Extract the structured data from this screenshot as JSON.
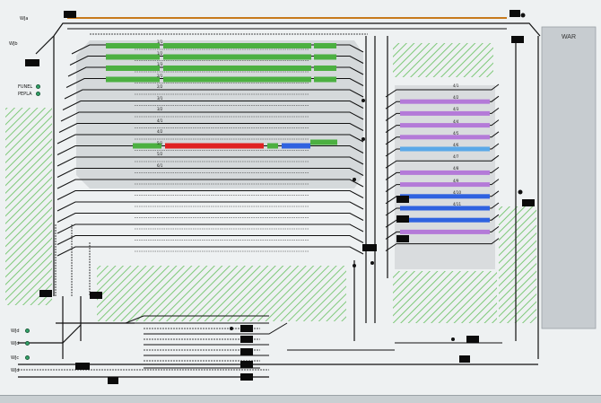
{
  "app": {
    "title": ""
  },
  "areas": {
    "war": "WAR"
  },
  "left_labels": {
    "line_top": "WJa",
    "line_mid": "WJb",
    "funel": "FUNEL",
    "pepla": "PEPLA",
    "line_b1": "WJd",
    "line_b2": "WJd",
    "line_b3": "WJc",
    "line_b4": "WJd"
  },
  "colors": {
    "green": "#4cb041",
    "red": "#e02222",
    "blue": "#2f62e0",
    "purple": "#b47ad8",
    "cyan": "#5aa9e8",
    "orange": "#c77a1c",
    "track": "#111111",
    "hatch": "#7fc97a",
    "platform": "#c9ced1"
  },
  "track_labels": [
    "1/1",
    "1/2",
    "1/3",
    "2/1",
    "2/2",
    "3/1",
    "3/2",
    "4/1",
    "4/2",
    "5/1",
    "5/2",
    "6/1"
  ],
  "right_group_labels": [
    "4/1",
    "4/2",
    "4/3",
    "4/4",
    "4/5",
    "4/6",
    "4/7",
    "4/8",
    "4/9",
    "4/10",
    "4/11"
  ]
}
